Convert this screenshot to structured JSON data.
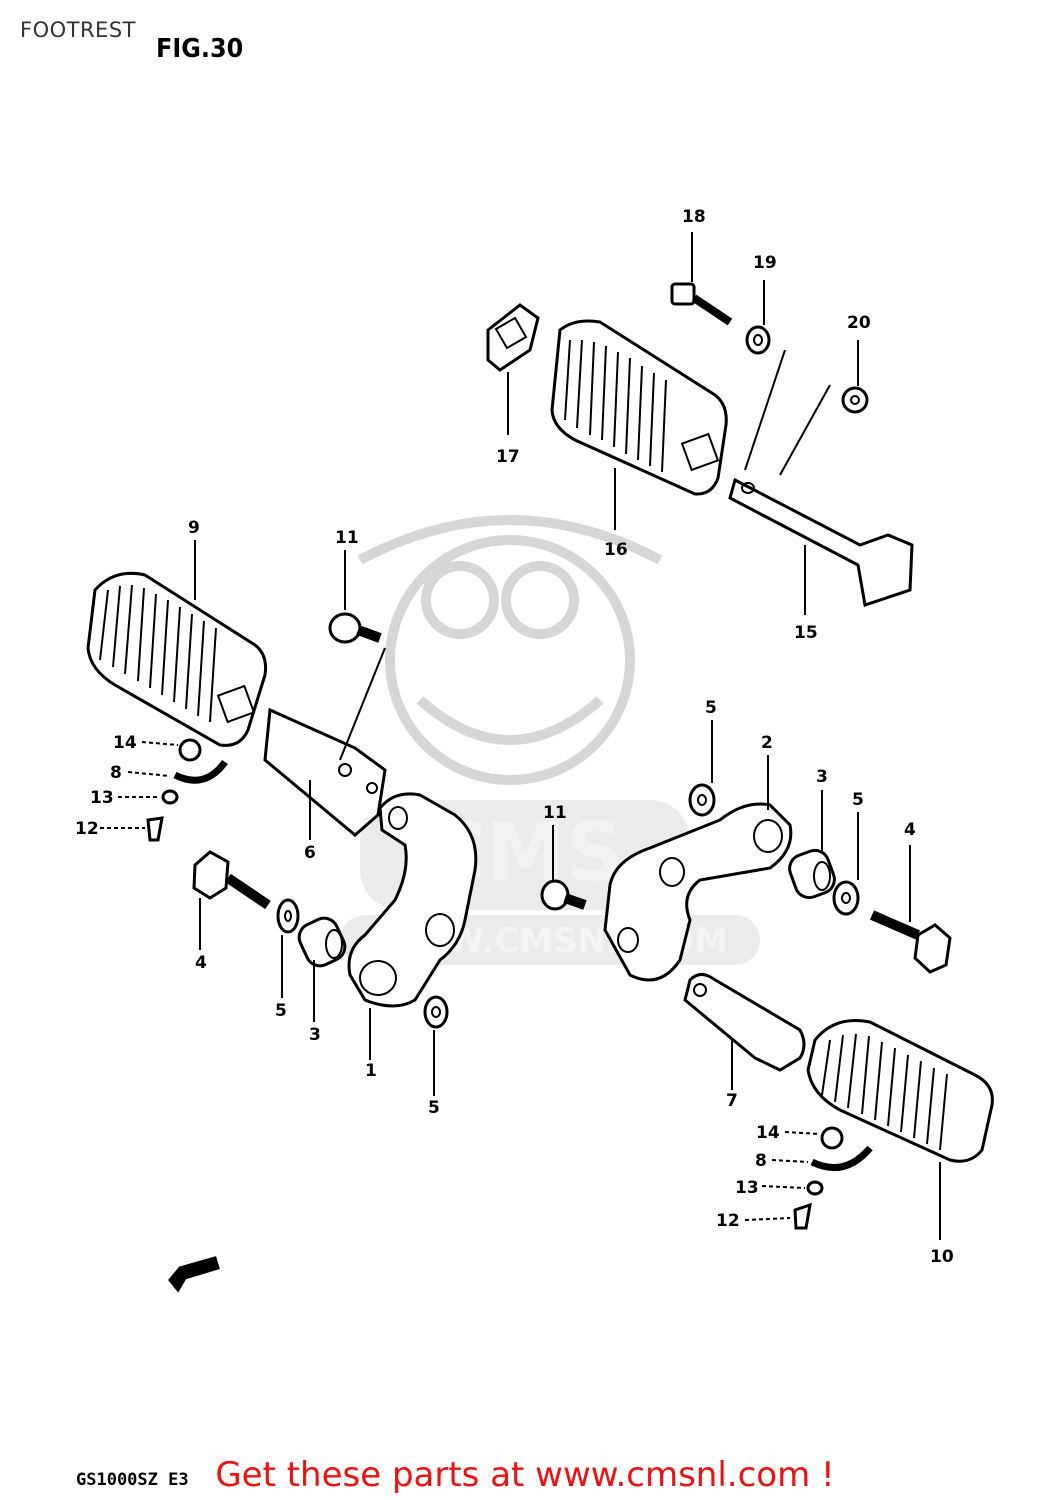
{
  "page_title": "FOOTREST",
  "figure_label": "FIG.30",
  "model_code": "GS1000SZ E3",
  "cta": "Get these parts at www.cmsnl.com !",
  "watermark": {
    "logo": "CMS",
    "url": "WWW.CMSNL.COM"
  },
  "colors": {
    "cta": "#ee1111",
    "line": "#000000",
    "watermark": "#d6d6d6"
  },
  "callouts": {
    "n1": "1",
    "n2": "2",
    "n3a": "3",
    "n3b": "3",
    "n4a": "4",
    "n4b": "4",
    "n5a": "5",
    "n5b": "5",
    "n5c": "5",
    "n5d": "5",
    "n6": "6",
    "n7": "7",
    "n8a": "8",
    "n8b": "8",
    "n9": "9",
    "n10": "10",
    "n11a": "11",
    "n11b": "11",
    "n12a": "12",
    "n12b": "12",
    "n13a": "13",
    "n13b": "13",
    "n14a": "14",
    "n14b": "14",
    "n15": "15",
    "n16": "16",
    "n17": "17",
    "n18": "18",
    "n19": "19",
    "n20": "20"
  }
}
